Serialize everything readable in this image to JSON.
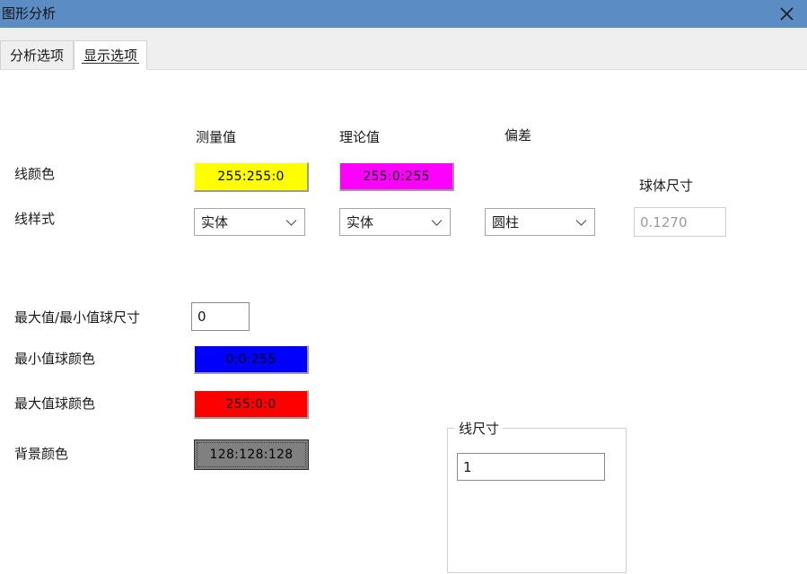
{
  "window": {
    "title": "图形分析",
    "close_icon": "close-icon"
  },
  "tabs": [
    {
      "label": "分析选项",
      "active": false
    },
    {
      "label": "显示选项",
      "active": true
    }
  ],
  "columns": {
    "measured": "测量值",
    "theoretical": "理论值",
    "deviation": "偏差"
  },
  "rows": {
    "line_color": {
      "label": "线颜色",
      "measured_value": "255:255:0",
      "measured_hex": "#ffff00",
      "theoretical_value": "255:0:255",
      "theoretical_hex": "#ff00ff"
    },
    "line_style": {
      "label": "线样式",
      "measured_value": "实体",
      "theoretical_value": "实体",
      "deviation_value": "圆柱"
    },
    "sphere_size": {
      "label": "球体尺寸",
      "value": "0.1270"
    },
    "minmax_sphere_size": {
      "label": "最大值/最小值球尺寸",
      "value": "0"
    },
    "min_sphere_color": {
      "label": "最小值球颜色",
      "value": "0:0:255",
      "hex": "#0000ff"
    },
    "max_sphere_color": {
      "label": "最大值球颜色",
      "value": "255:0:0",
      "hex": "#ff0000"
    },
    "background_color": {
      "label": "背景颜色",
      "value": "128:128:128",
      "hex": "#808080"
    },
    "line_size": {
      "label": "线尺寸",
      "value": "1"
    }
  },
  "theme": {
    "titlebar": "#5b8cc4",
    "tabstrip": "#efefef",
    "content": "#ffffff"
  }
}
